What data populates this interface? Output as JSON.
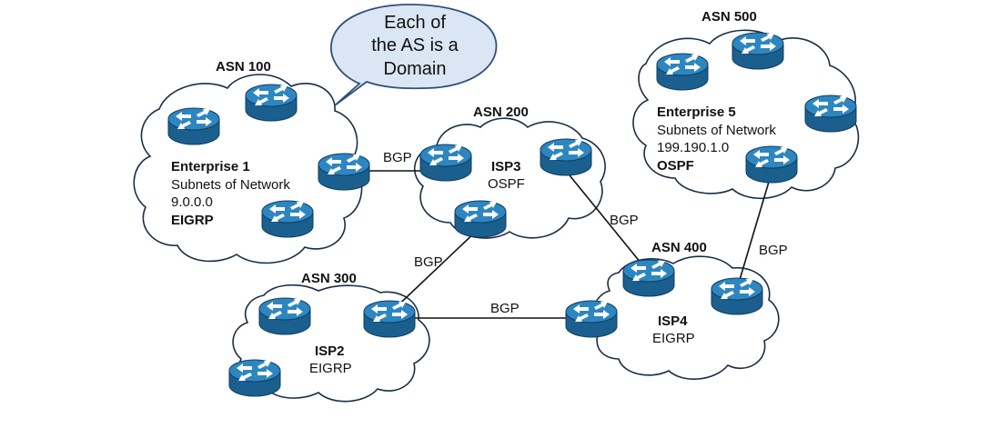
{
  "callout": {
    "lines": [
      "Each of",
      "the AS is a",
      "Domain"
    ]
  },
  "clouds": {
    "asn100": {
      "asn_label": "ASN 100",
      "name": "Enterprise 1",
      "line1": "Subnets of Network",
      "line2": "9.0.0.0",
      "protocol": "EIGRP"
    },
    "asn200": {
      "asn_label": "ASN 200",
      "name": "ISP3",
      "protocol": "OSPF"
    },
    "asn300": {
      "asn_label": "ASN 300",
      "name": "ISP2",
      "protocol": "EIGRP"
    },
    "asn400": {
      "asn_label": "ASN 400",
      "name": "ISP4",
      "protocol": "EIGRP"
    },
    "asn500": {
      "asn_label": "ASN 500",
      "name": "Enterprise 5",
      "line1": "Subnets of Network",
      "line2": "199.190.1.0",
      "protocol": "OSPF"
    }
  },
  "links": {
    "l100_200": "BGP",
    "l200_300": "BGP",
    "l200_400": "BGP",
    "l300_400": "BGP",
    "l400_500": "BGP"
  },
  "colors": {
    "router_top": "#2e86c1",
    "router_side": "#1b5f8f",
    "arrow": "#ffffff",
    "cloud_stroke": "#1a2d44",
    "callout_fill": "#dbe6f4",
    "callout_stroke": "#2f4f7a"
  }
}
